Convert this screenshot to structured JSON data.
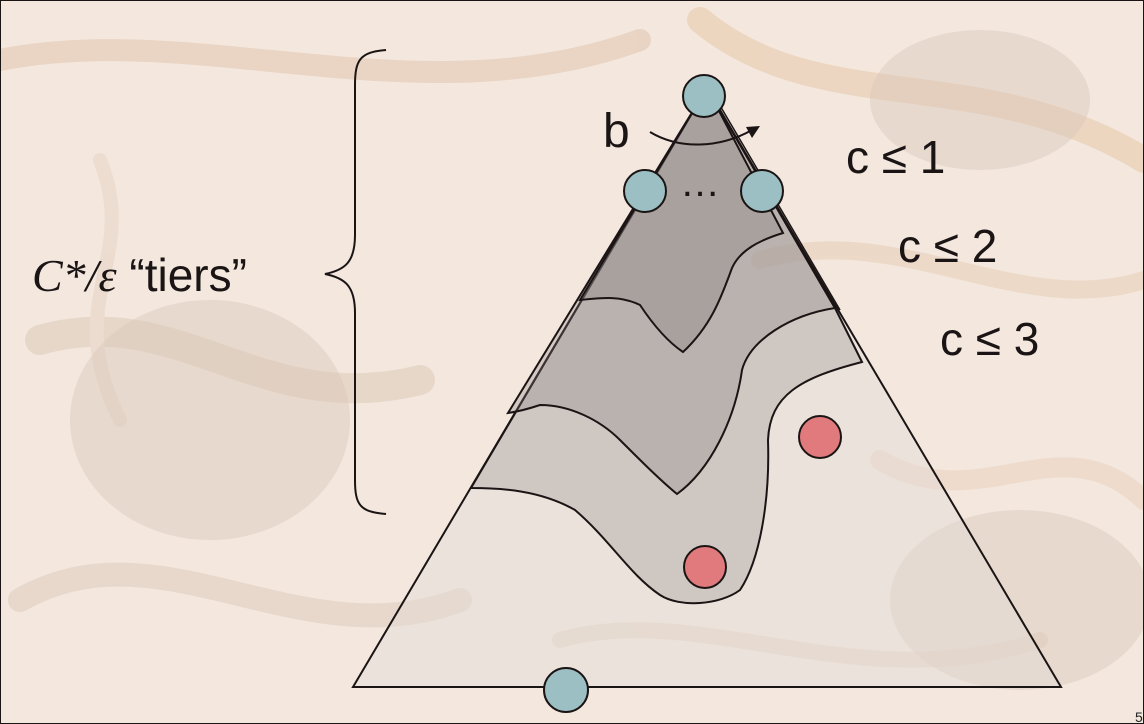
{
  "slide": {
    "tiers_label": {
      "math": "C*/ε",
      "text": "“tiers”"
    },
    "b_label": "b",
    "dots_label": "…",
    "constraints": [
      "c ≤ 1",
      "c ≤ 2",
      "c ≤ 3"
    ],
    "page_number": "5"
  },
  "colors": {
    "blue_node_fill": "#9cbfc3",
    "red_node_fill": "#e07a7c",
    "region_fill": "#8a8282",
    "outline": "#1a1414",
    "background_tint": "#f3e6dc"
  }
}
